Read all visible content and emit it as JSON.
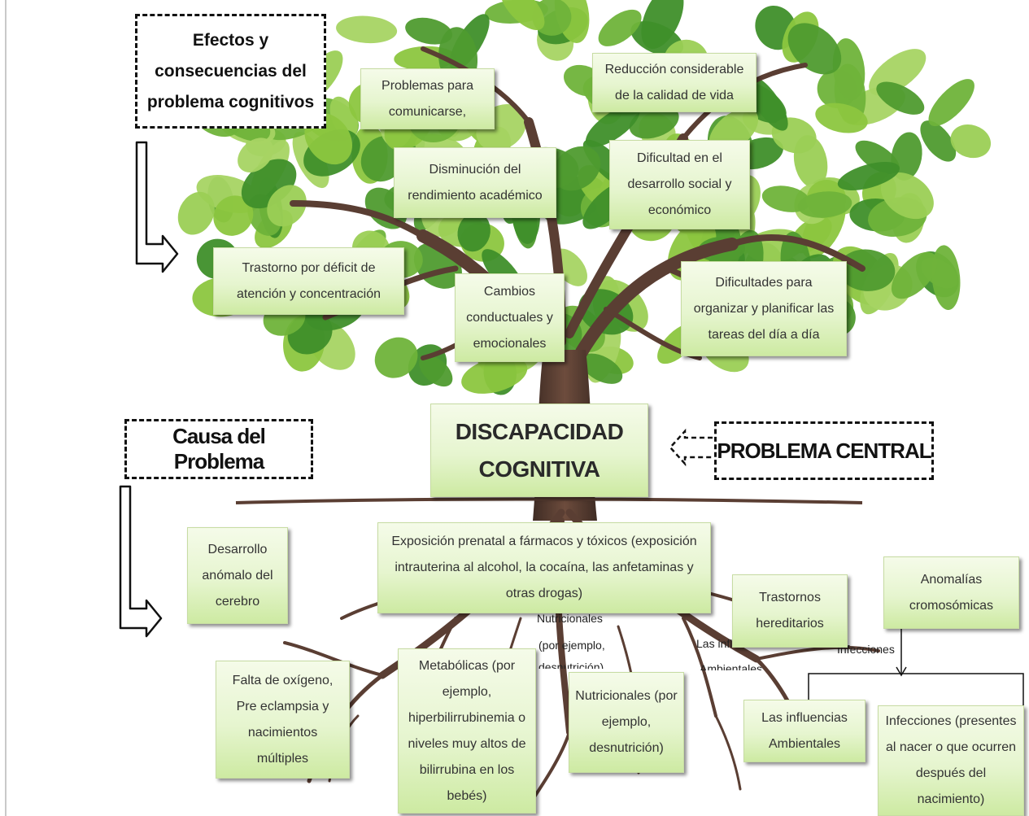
{
  "headers": {
    "effects": "Efectos y consecuencias del problema cognitivos",
    "cause": "Causa del Problema",
    "central": "PROBLEMA  CENTRAL"
  },
  "center_problem": "DISCAPACIDAD COGNITIVA",
  "effects": {
    "comunicarse": "Problemas para comunicarse,",
    "calidad_vida": "Reducción considerable de la calidad de vida",
    "rendimiento": "Disminución del rendimiento académico",
    "social": "Dificultad en el desarrollo social y económico",
    "atencion": "Trastorno por déficit de atención y concentración",
    "conductuales": "Cambios conductuales y emocionales",
    "organizar": "Dificultades para organizar y planificar las tareas del día a día"
  },
  "causes": {
    "cerebro": "Desarrollo anómalo del cerebro",
    "exposicion": "Exposición prenatal a fármacos y tóxicos (exposición intrauterina al alcohol, la cocaína, las anfetaminas y otras drogas)",
    "hereditarios": "Trastornos hereditarios",
    "cromosomicas": "Anomalías cromosómicas",
    "oxigeno": "Falta de oxígeno, Pre eclampsia y nacimientos múltiples",
    "metabolicas": "Metabólicas (por ejemplo, hiperbilirrubinemia o niveles muy altos de bilirrubina en los bebés)",
    "nutricionales": "Nutricionales (por ejemplo, desnutrición)",
    "ambientales": "Las influencias Ambientales",
    "infecciones": "Infecciones (presentes al nacer o que ocurren después del nacimiento)"
  },
  "overlapping_text": {
    "nutri_1": "Nutricionales",
    "nutri_2": "(por ejemplo,",
    "nutri_3": "desnutrición)",
    "influ_1": "Las influencias",
    "influ_2": "Ambientales",
    "infecciones_label": "Infecciones"
  },
  "colors": {
    "leaf_light": "#8cc63f",
    "leaf_dark": "#3f8f2a",
    "trunk": "#5a3e33",
    "box_top": "#f5fbe9",
    "box_bottom": "#cdeaa2"
  }
}
